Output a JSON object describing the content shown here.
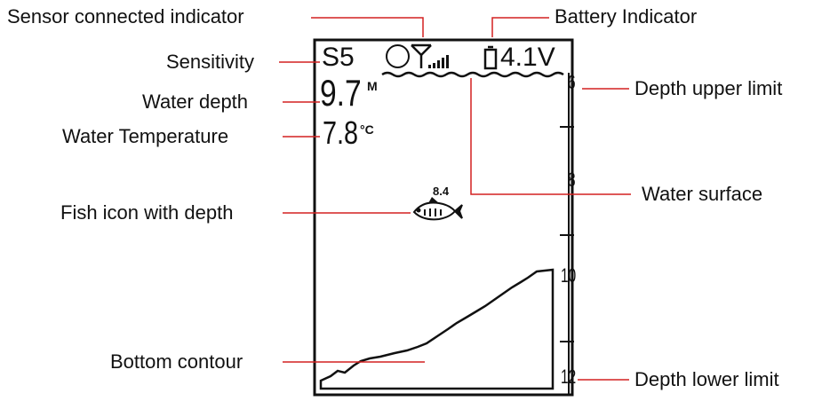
{
  "labels": {
    "sensor": "Sensor connected indicator",
    "battery": "Battery Indicator",
    "sensitivity": "Sensitivity",
    "water_depth": "Water depth",
    "water_temperature": "Water Temperature",
    "depth_upper_limit": "Depth upper limit",
    "water_surface": "Water surface",
    "fish_icon": "Fish icon with depth",
    "bottom_contour": "Bottom contour",
    "depth_lower_limit": "Depth lower limit"
  },
  "display": {
    "sensitivity": "S5",
    "battery_voltage": "4.1V",
    "depth_value": "9.7",
    "depth_unit": "M",
    "temperature_value": "7.8",
    "temperature_unit": "°C",
    "fish_depth": "8.4",
    "scale_ticks": [
      "6",
      "8",
      "10",
      "12"
    ]
  },
  "colors": {
    "leader": "#d42020",
    "lcd": "#111111"
  },
  "icons": {
    "sensor": "antenna-signal-icon",
    "battery": "battery-icon",
    "fish": "fish-icon"
  }
}
